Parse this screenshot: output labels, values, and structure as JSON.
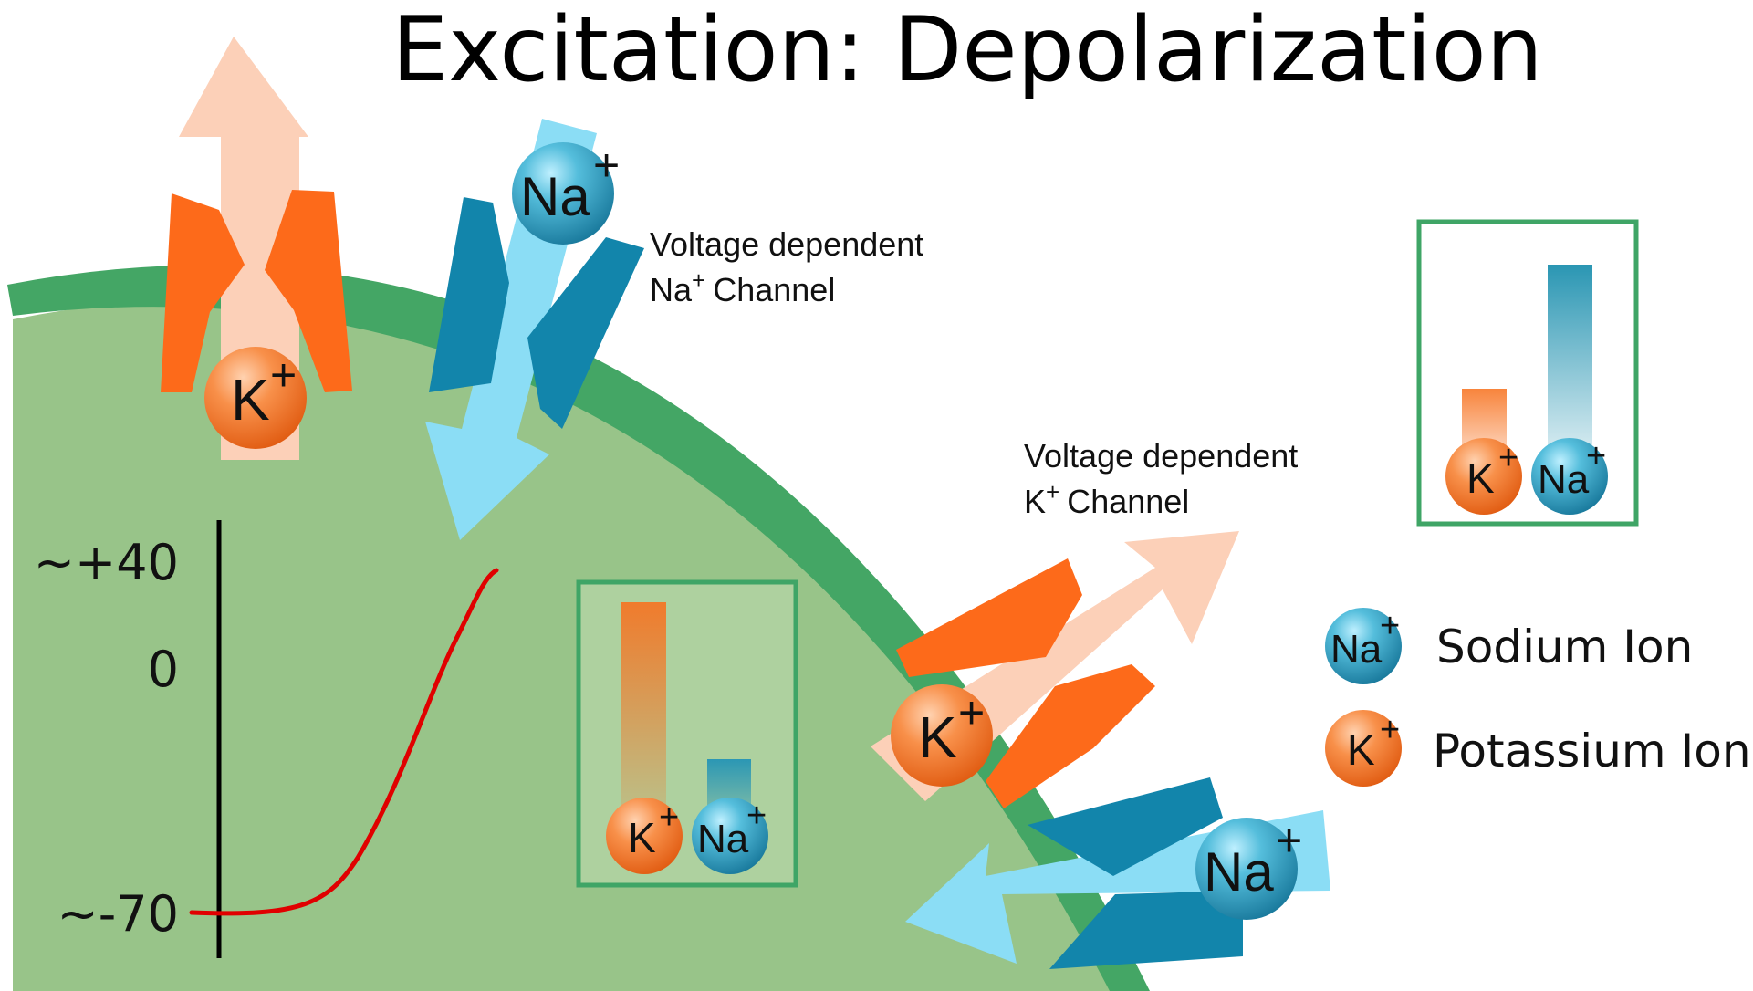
{
  "title": "Excitation: Depolarization",
  "labels": {
    "na_channel_line1": "Voltage dependent",
    "na_channel_line2_symbol": "Na",
    "na_channel_line2_sup": "+",
    "na_channel_line2_rest": "Channel",
    "k_channel_line1": "Voltage dependent",
    "k_channel_line2_symbol": "K",
    "k_channel_line2_sup": "+",
    "k_channel_line2_rest": "Channel"
  },
  "ions": {
    "sodium_symbol": "Na",
    "potassium_symbol": "K",
    "charge": "+"
  },
  "graph": {
    "ticks": [
      "~+40",
      "0",
      "~-70"
    ],
    "curve_color": "#e00000"
  },
  "legend": {
    "sodium_label": "Sodium Ion",
    "potassium_label": "Potassium Ion"
  },
  "concentration": {
    "inside": {
      "potassium_level": 0.85,
      "sodium_level": 0.25
    },
    "outside": {
      "potassium_level": 0.33,
      "sodium_level": 0.82
    }
  },
  "colors": {
    "cell_interior": "#98c489",
    "membrane": "#44a665",
    "potassium_channel": "#fd6a1a",
    "potassium_arrow": "#fcd0b8",
    "sodium_channel": "#1285ab",
    "sodium_arrow": "#8bddf5",
    "box_border": "#3fa566",
    "sodium_ion": "#2f9fc2",
    "potassium_ion": "#f6782d"
  }
}
